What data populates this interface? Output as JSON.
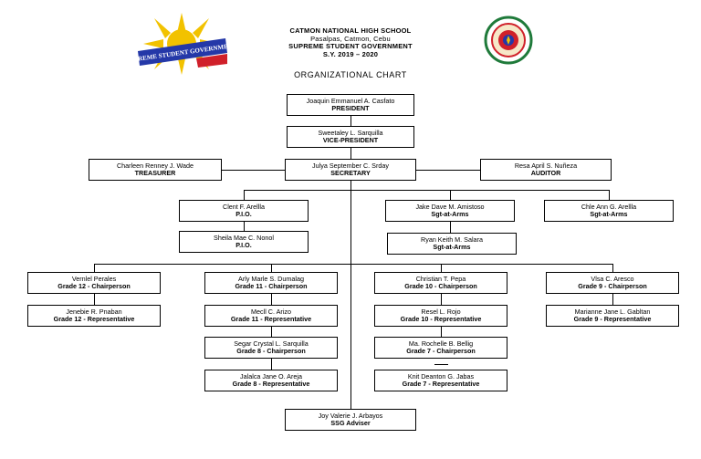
{
  "header": {
    "school": "CATMON NATIONAL HIGH SCHOOL",
    "address": "Pasalpas, Catmon, Cebu",
    "organization": "SUPREME STUDENT GOVERNMENT",
    "school_year": "S.Y. 2019 – 2020"
  },
  "chart_title": "ORGANIZATIONAL CHART",
  "logos": {
    "left_banner_text": "SUPREME STUDENT GOVERNMENT",
    "colors": {
      "sun": "#f2c200",
      "blue": "#2438a8",
      "red": "#d0202a",
      "seal_green": "#1f7a3a"
    }
  },
  "officers": {
    "president": {
      "name": "Joaquin Emmanuel A. Casfato",
      "role": "PRESIDENT"
    },
    "vice_president": {
      "name": "Sweetaley L. Sarquilla",
      "role": "VICE-PRESIDENT"
    },
    "treasurer": {
      "name": "Charleen Renney J. Wade",
      "role": "TREASURER"
    },
    "secretary": {
      "name": "Julya September C. Srday",
      "role": "SECRETARY"
    },
    "auditor": {
      "name": "Resa April S. Nuñeza",
      "role": "AUDITOR"
    },
    "pio_1": {
      "name": "Clent F. Arellla",
      "role": "P.I.O."
    },
    "pio_2": {
      "name": "Sheila Mae C. Nonol",
      "role": "P.I.O."
    },
    "sgt_1": {
      "name": "Jake Dave M. Amistoso",
      "role": "Sgt-at-Arms"
    },
    "sgt_2": {
      "name": "Ryan Keith M. Salara",
      "role": "Sgt-at-Arms"
    },
    "sgt_3": {
      "name": "Chle Ann G. Arellla",
      "role": "Sgt-at-Arms"
    }
  },
  "grade_reps": [
    [
      {
        "name": "Vernlel Perales",
        "role": "Grade 12 - Chairperson"
      },
      {
        "name": "Jenebie R. Pnaban",
        "role": "Grade 12 - Representative"
      }
    ],
    [
      {
        "name": "Arly Marle S. Dumalag",
        "role": "Grade 11 - Chairperson"
      },
      {
        "name": "Mecll C. Arizo",
        "role": "Grade 11 - Representative"
      },
      {
        "name": "Segar Crystal L. Sarquilla",
        "role": "Grade 8 - Chairperson"
      },
      {
        "name": "Jalalca Jane O. Areja",
        "role": "Grade 8 - Representative"
      }
    ],
    [
      {
        "name": "Christian T. Pepa",
        "role": "Grade 10 - Chairperson"
      },
      {
        "name": "Resel L. Rojo",
        "role": "Grade 10 - Representative"
      },
      {
        "name": "Ma. Rochelle B. Bellig",
        "role": "Grade 7 - Chairperson"
      },
      {
        "name": "Knit Deanton G. Jabas",
        "role": "Grade 7 - Representative"
      }
    ],
    [
      {
        "name": "Vlsa C. Aresco",
        "role": "Grade 9 - Chairperson"
      },
      {
        "name": "Marianne Jane L. Gabltan",
        "role": "Grade 9 - Representative"
      }
    ]
  ],
  "adviser": {
    "name": "Joy Valerie J. Arbayos",
    "role": "SSG Adviser"
  }
}
